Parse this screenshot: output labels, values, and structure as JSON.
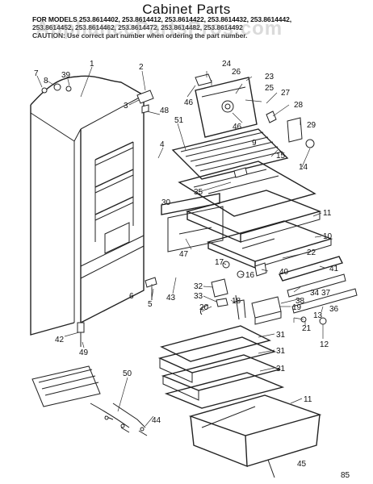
{
  "title": "Cabinet Parts",
  "header": {
    "line1": "FOR MODELS 253.8614402, 253.8614412, 253.8614422, 253.8614432, 253.8614442,",
    "line2": "253.8614452, 253.8614462, 253.8614472, 253.8614482, 253.8614492",
    "line3": "CAUTION: Use correct part number when ordering the part number."
  },
  "watermark": "AppliancePartsPros.com",
  "callouts": {
    "c1": "1",
    "c2": "2",
    "c3": "3",
    "c4": "4",
    "c5": "5",
    "c6": "6",
    "c7": "7",
    "c8": "8",
    "c9": "9",
    "c10": "10",
    "c11a": "11",
    "c11b": "11",
    "c12": "12",
    "c13": "13",
    "c14": "14",
    "c15": "15",
    "c16": "16",
    "c17": "17",
    "c18": "18",
    "c19": "19",
    "c20": "20",
    "c21": "21",
    "c22": "22",
    "c23": "23",
    "c24": "24",
    "c25": "25",
    "c26": "26",
    "c27": "27",
    "c28": "28",
    "c29": "29",
    "c30": "30",
    "c31a": "31",
    "c31b": "31",
    "c31c": "31",
    "c32": "32",
    "c33": "33",
    "c34": "34",
    "c35": "35",
    "c36": "36",
    "c37": "37",
    "c38": "38",
    "c39": "39",
    "c40": "40",
    "c41": "41",
    "c42": "42",
    "c43": "43",
    "c44": "44",
    "c45": "45",
    "c46a": "46",
    "c46b": "46",
    "c47": "47",
    "c48": "48",
    "c49": "49",
    "c50": "50",
    "c51": "51"
  },
  "page_number": "85"
}
